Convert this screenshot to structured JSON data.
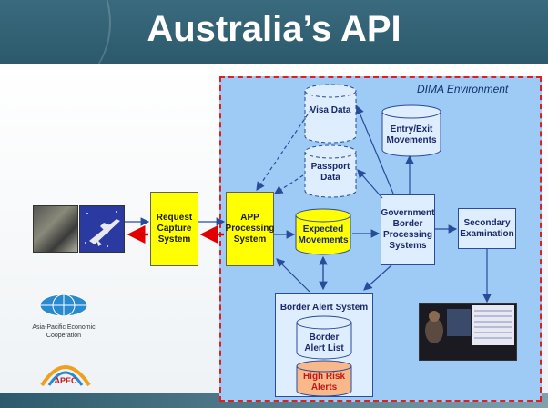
{
  "slide": {
    "title": "Australia’s API",
    "environment_label": "DIMA Environment"
  },
  "boxes": {
    "request_capture": "Request Capture System",
    "app_processing": "APP Processing System",
    "government_border": "Government Border Processing Systems",
    "secondary_examination": "Secondary Examination",
    "border_alert_system": "Border Alert System"
  },
  "databases": {
    "visa_data": "Visa Data",
    "passport_data": "Passport Data",
    "entry_exit": "Entry/Exit Movements",
    "expected_movements": "Expected Movements",
    "border_alert_list": "Border Alert List",
    "high_risk_alerts": "High Risk Alerts"
  },
  "logos": {
    "apec_org": "Asia-Pacific Economic Cooperation",
    "apec_mark": "APEC"
  },
  "colors": {
    "title_bar": "#2c5a6c",
    "environment_fill": "#9ecbf5",
    "environment_border": "#e02020",
    "yellow_box": "#ffff00",
    "light_box": "#dfeefe",
    "high_risk_fill": "#f8b88a",
    "red_arrow": "#e00000"
  }
}
